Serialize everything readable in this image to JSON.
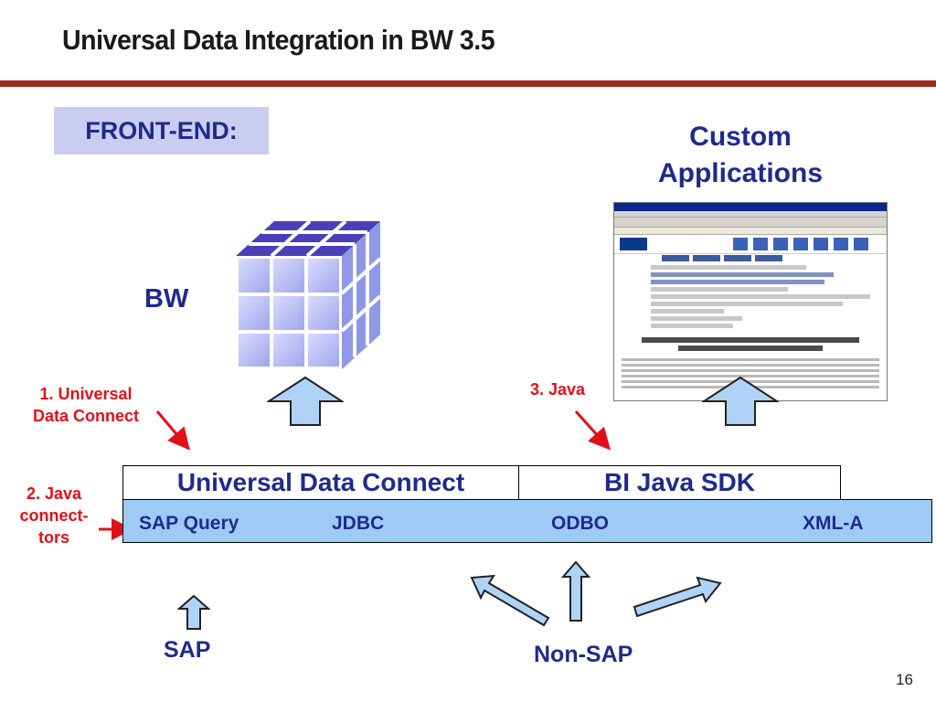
{
  "slide": {
    "title": "Universal Data Integration in BW 3.5",
    "page_number": "16"
  },
  "front_end": {
    "label": "FRONT-END:"
  },
  "custom_applications": {
    "line1": "Custom",
    "line2": "Applications"
  },
  "bw": {
    "label": "BW"
  },
  "annotations": {
    "universal_data_connect_line1": "1. Universal",
    "universal_data_connect_line2": "Data Connect",
    "java": "3. Java",
    "java_connectors_line1": "2. Java",
    "java_connectors_line2": "connect-",
    "java_connectors_line3": "tors"
  },
  "layers": {
    "udc": "Universal Data Connect",
    "bi_java_sdk": "BI Java SDK"
  },
  "connectors": [
    "SAP Query",
    "JDBC",
    "ODBO",
    "XML-A"
  ],
  "sources": {
    "sap": "SAP",
    "non_sap": "Non-SAP"
  },
  "colors": {
    "title_rule": "#9b2a1f",
    "navy_text": "#1f2a8c",
    "red_text": "#e0101a",
    "front_end_bg": "#c9cdf0",
    "connector_bar": "#9dcbf6",
    "arrow_fill": "#aed3f7",
    "cube_face": "#bcc2f5",
    "cube_top": "#5e52c9"
  }
}
